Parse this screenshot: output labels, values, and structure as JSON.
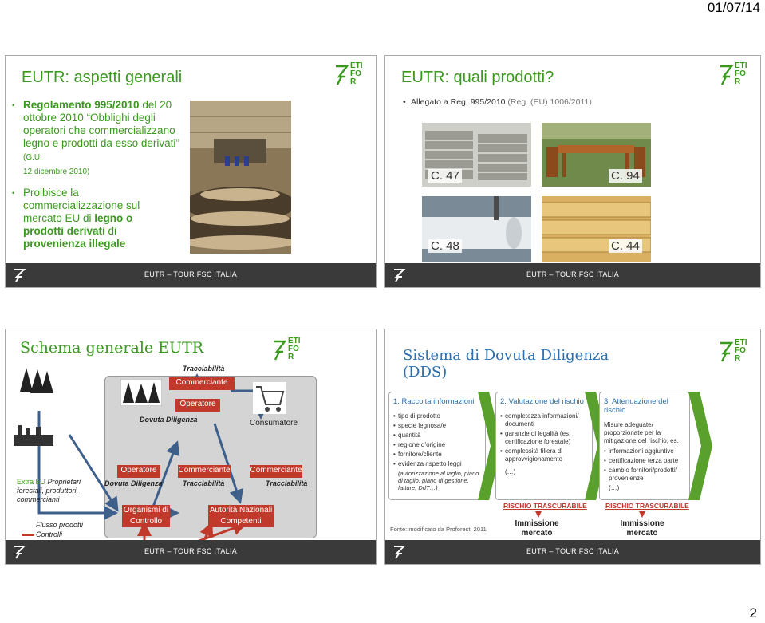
{
  "header": {
    "date": "01/07/14",
    "page_number": "2"
  },
  "footer_text": "EUTR – TOUR FSC ITALIA",
  "logo_text": [
    "ETI",
    "FO",
    "R"
  ],
  "slide1": {
    "title": "EUTR: aspetti generali",
    "bullet1": {
      "p1": "Regolamento 995/2010",
      "p2": " del 20 ottobre 2010 “Obblighi degli operatori che commercializzano legno e prodotti da esso derivati” ",
      "p3": "(G.U.",
      "p4": "12 dicembre 2010)"
    },
    "bullet2": {
      "p1": "Proibisce la commercializzazione sul mercato EU di ",
      "p2": "legno o prodotti derivati",
      "p3": " di ",
      "p4": "provenienza illegale"
    }
  },
  "slide2": {
    "title": "EUTR: quali prodotti?",
    "bullet": "Allegato a Reg. 995/2010",
    "bullet_rest": " (Reg. (EU) 1006/2011)",
    "captions": [
      "C. 47",
      "C. 94",
      "C. 48",
      "C. 44"
    ]
  },
  "slide3": {
    "title": "Schema generale EUTR",
    "tracciabilita": "Tracciabilità",
    "commerciante": "Commerciante",
    "operatore": "Operatore",
    "dovuta_diligenza": "Dovuta Diligenza",
    "consumatore": "Consumatore",
    "organismi": "Organismi di Controllo",
    "autorita": "Autorità Nazionali Competenti",
    "extra_eu_p1": "Extra EU",
    "extra_eu_p2": " Proprietari forestali, produttori, commercianti",
    "legend_flussi": "Flusso prodotti",
    "legend_controlli": "Controlli"
  },
  "slide4": {
    "title": "Sistema di Dovuta Diligenza (DDS)",
    "panel1": {
      "heading": "1. Raccolta informazioni",
      "items": [
        "tipo di prodotto",
        "specie legnosa/e",
        "quantità",
        "regione d’origine",
        "fornitore/cliente",
        "evidenza rispetto leggi"
      ],
      "note": "(autorizzazione al taglio, piano di taglio, piano di gestione, fatture, DdT…)"
    },
    "panel2": {
      "heading": "2. Valutazione del rischio",
      "items": [
        "completezza informazioni/ documenti",
        "garanzie di legalità (es. certificazione forestale)",
        "complessità filiera di approvvigionamento"
      ],
      "note": "(…)"
    },
    "panel3": {
      "heading": "3. Attenuazione del rischio",
      "intro": "Misure adeguate/ proporzionate per la mitigazione del rischio, es.",
      "items": [
        "informazioni aggiuntive",
        "certificazione terza parte",
        "cambio fornitori/prodotti/ provenienze"
      ],
      "note": "(…)"
    },
    "risk_label": "RISCHIO TRASCURABILE",
    "immissione": "Immissione mercato",
    "fonte": "Fonte: modificato da Proforest, 2011"
  }
}
